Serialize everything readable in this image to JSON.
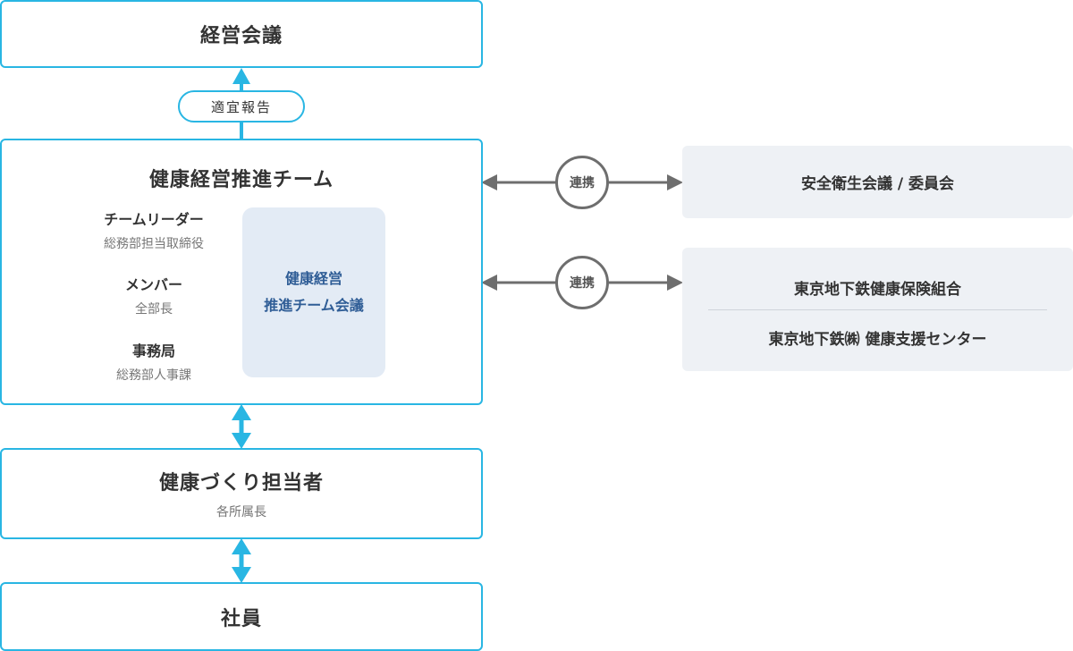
{
  "executive_meeting": {
    "label": "経営会議"
  },
  "report_badge": {
    "label": "適宜報告"
  },
  "team": {
    "title": "健康経営推進チーム",
    "roles": [
      {
        "title": "チームリーダー",
        "sub": "総務部担当取締役"
      },
      {
        "title": "メンバー",
        "sub": "全部長"
      },
      {
        "title": "事務局",
        "sub": "総務部人事課"
      }
    ],
    "meeting": {
      "line1": "健康経営",
      "line2": "推進チーム会議"
    }
  },
  "link_labels": [
    "連携",
    "連携"
  ],
  "partners": {
    "safety": "安全衛生会議 / 委員会",
    "insurance": "東京地下鉄健康保険組合",
    "support_center": "東京地下鉄㈱ 健康支援センター"
  },
  "health_officer": {
    "title": "健康づくり担当者",
    "sub": "各所属長"
  },
  "employees": {
    "label": "社員"
  },
  "colors": {
    "accent": "#29b6e3",
    "arrow_gray": "#6e6e6e",
    "panel": "#eef1f5",
    "inner_panel": "#e3ebf5",
    "inner_text": "#2f5d96"
  }
}
